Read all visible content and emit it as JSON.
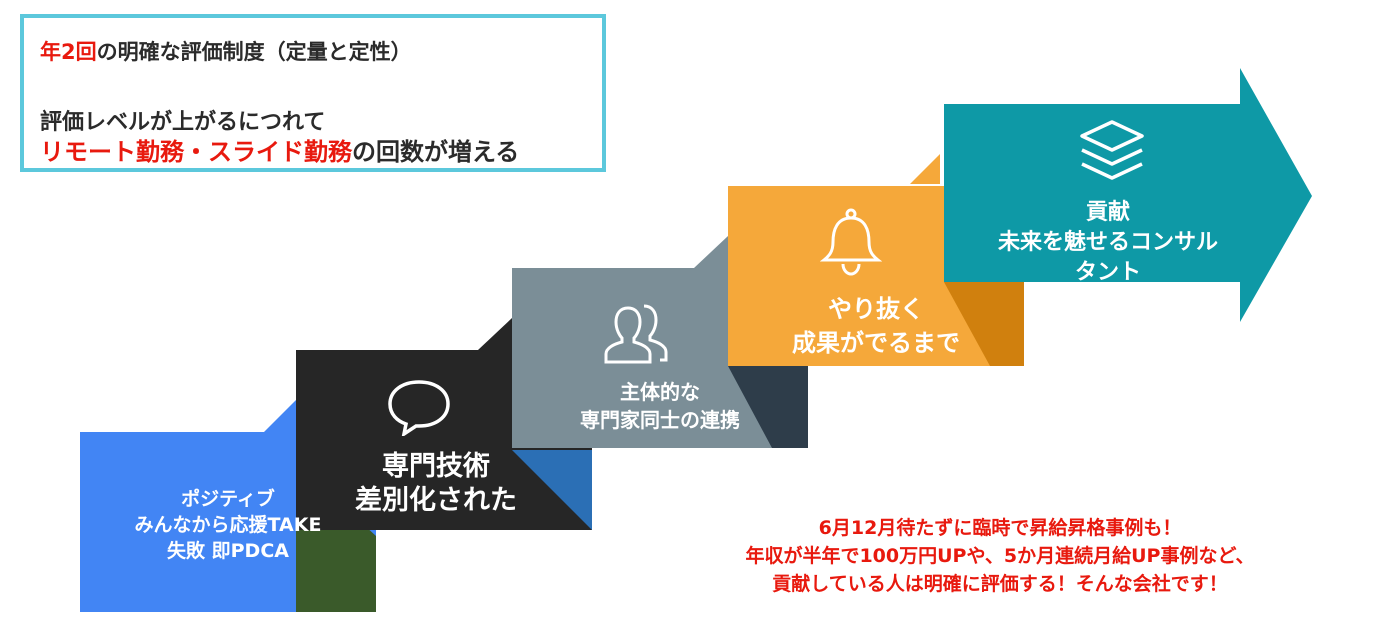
{
  "info_box": {
    "line1_highlight": "年2回",
    "line1_rest": "の明確な評価制度（定量と定性）",
    "line2": "評価レベルが上がるにつれて",
    "line3_highlight": "リモート勤務・スライド勤務",
    "line3_rest": "の回数が増える"
  },
  "steps": [
    {
      "label": "ポジティブ\nみんなから応援TAKE\n失敗 即PDCA",
      "color": "#4285f4",
      "fold_color": "#3a5a2a"
    },
    {
      "label": "専門技術\n差別化された",
      "color": "#262626",
      "fold_color": "#2b6fb5",
      "icon": "speech-bubble-icon"
    },
    {
      "label": "主体的な\n専門家同士の連携",
      "color": "#7b8e97",
      "fold_color": "#2e3d4a",
      "icon": "people-icon"
    },
    {
      "label": "やり抜く\n成果がでるまで",
      "color": "#f5a83a",
      "fold_color": "#d0800e",
      "icon": "bell-icon"
    },
    {
      "label": "貢献\n未来を魅せるコンサル\nタント",
      "color": "#0e99a6",
      "icon": "layers-icon"
    }
  ],
  "bottom_note": {
    "line1": "6月12月待たずに臨時で昇給昇格事例も！",
    "line2": "年収が半年で100万円UPや、5か月連続月給UP事例など、",
    "line3": "貢献している人は明確に評価する！そんな会社です！"
  }
}
